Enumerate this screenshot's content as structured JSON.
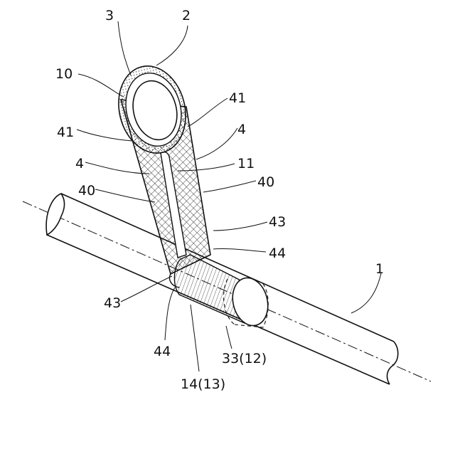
{
  "figure": {
    "colors": {
      "line": "#111111",
      "background": "#ffffff"
    },
    "labels": {
      "l3": "3",
      "l2": "2",
      "l10": "10",
      "l41a": "41",
      "l41b": "41",
      "l4a": "4",
      "l4b": "4",
      "l11": "11",
      "l40a": "40",
      "l40b": "40",
      "l43a": "43",
      "l43b": "43",
      "l44a": "44",
      "l44b": "44",
      "l1": "1",
      "l33": "33(12)",
      "l14": "14(13)"
    }
  }
}
